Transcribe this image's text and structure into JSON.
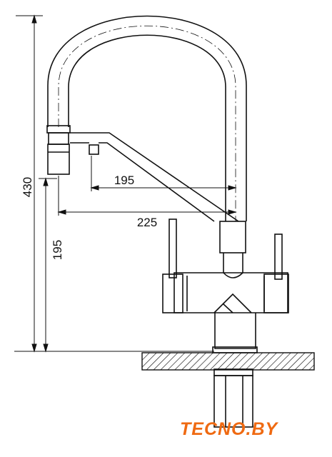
{
  "dimensions": {
    "total_height": "430",
    "base_height": "195",
    "reach_inner": "195",
    "reach_outer": "225"
  },
  "logo": {
    "text": "TECNO.BY",
    "color": "#ef6a12"
  },
  "colors": {
    "line": "#111111",
    "background": "#ffffff"
  }
}
